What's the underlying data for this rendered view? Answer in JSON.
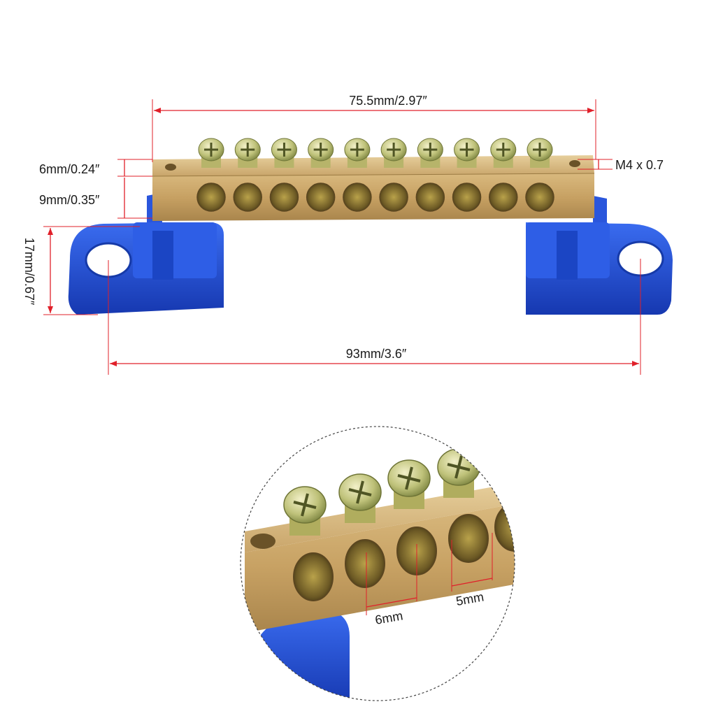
{
  "dimensions": {
    "overall_bar_length": "75.5mm/2.97″",
    "mounting_hole_spacing": "93mm/3.6″",
    "bar_top_height": "6mm/0.24″",
    "bar_hole_height": "9mm/0.35″",
    "base_height": "17mm/0.67″",
    "thread_spec": "M4 x 0.7"
  },
  "detail": {
    "hole_pitch": "6mm",
    "hole_diameter": "5mm"
  },
  "product": {
    "terminal_count": 10,
    "colors": {
      "brass": "#c9a56a",
      "brass_dark": "#8f6f3a",
      "insulator_blue": "#1f4fd6",
      "dimension_red": "#e0202a"
    }
  }
}
